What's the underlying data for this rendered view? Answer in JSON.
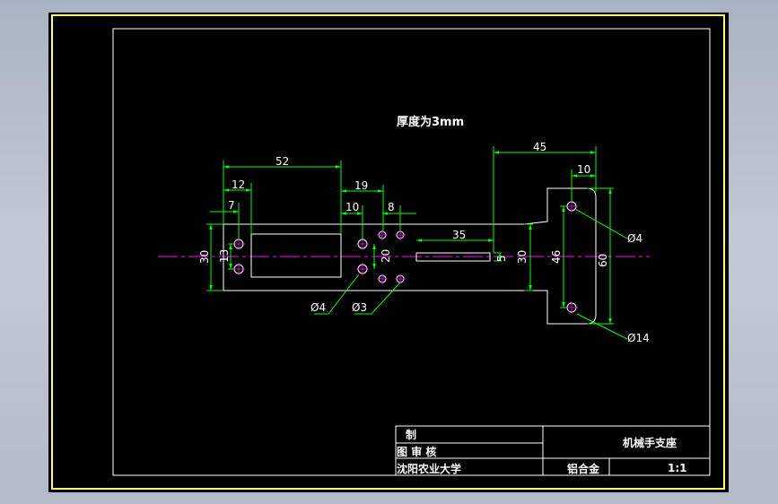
{
  "note": "厚度为3mm",
  "dimensions": {
    "d52": "52",
    "d12": "12",
    "d7": "7",
    "d19": "19",
    "d10a": "10",
    "d8": "8",
    "d45": "45",
    "d10b": "10",
    "d35": "35",
    "d30a": "30",
    "d13": "13",
    "d20": "20",
    "d5": "5",
    "d30b": "30",
    "d46": "46",
    "d60": "60",
    "phi4a": "Ø4",
    "phi3": "Ø3",
    "phi4b": "Ø4",
    "phi14": "Ø14"
  },
  "title_block": {
    "drawn": "制",
    "review": "图 审 核",
    "school": "沈阳农业大学",
    "part_name": "机械手支座",
    "material": "铝合金",
    "scale": "1:1"
  },
  "colors": {
    "frame": "#ffff66",
    "outline": "#ffffff",
    "dimension": "#00ff00",
    "centerline": "#ff00ff"
  }
}
